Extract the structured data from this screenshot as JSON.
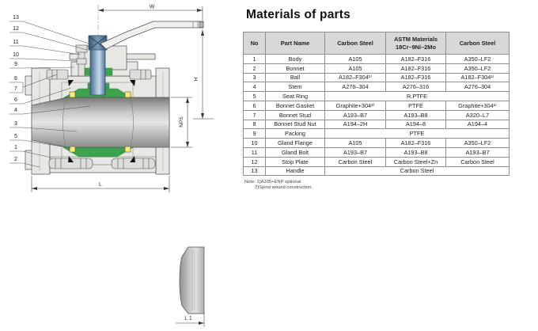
{
  "title": "Materials of parts",
  "table": {
    "headers": {
      "no": "No",
      "part_name": "Part Name",
      "col1": "Carbon Steel",
      "astm_line1": "ASTM Materials",
      "astm_line2": "18Cr–9Ni–2Mo",
      "col3": "Carbon Steel"
    },
    "rows": [
      {
        "no": "1",
        "name": "Body",
        "c1": "A105",
        "c2": "A182–F316",
        "c3": "A350–LF2"
      },
      {
        "no": "2",
        "name": "Bonnet",
        "c1": "A105",
        "c2": "A182–F316",
        "c3": "A350–LF2"
      },
      {
        "no": "3",
        "name": "Ball",
        "c1": "A182–F304¹⁾",
        "c2": "A182–F316",
        "c3": "A182–F304¹⁾"
      },
      {
        "no": "4",
        "name": "Stem",
        "c1": "A276–304",
        "c2": "A276–316",
        "c3": "A276–304"
      },
      {
        "no": "5",
        "name": "Seat Ring",
        "span": "R.PTFE"
      },
      {
        "no": "6",
        "name": "Bonnet Gasket",
        "c1": "Graphite+304²⁾",
        "c2": "PTFE",
        "c3": "Graphite+304²⁾"
      },
      {
        "no": "7",
        "name": "Bonnet Stud",
        "c1": "A193–B7",
        "c2": "A193–B8",
        "c3": "A320–L7"
      },
      {
        "no": "8",
        "name": "Bonnet Stud Nut",
        "c1": "A194–2H",
        "c2": "A194–8",
        "c3": "A194–4"
      },
      {
        "no": "9",
        "name": "Packing",
        "span": "PTFE"
      },
      {
        "no": "10",
        "name": "Gland Flange",
        "c1": "A105",
        "c2": "A182–F316",
        "c3": "A350–LF2"
      },
      {
        "no": "11",
        "name": "Gland Bolt",
        "c1": "A193–B7",
        "c2": "A193–B8",
        "c3": "A193–B7"
      },
      {
        "no": "12",
        "name": "Stop Plate",
        "c1": "Carbon Steel",
        "c2": "Carbon Steel+Zn",
        "c3": "Carbon Steel"
      },
      {
        "no": "13",
        "name": "Handle",
        "span": "Carbon Steel"
      }
    ],
    "notes": [
      "Note: 1)A105+ENP optional",
      "2)Spiral wound construction."
    ]
  },
  "diagram": {
    "dimensions": {
      "w": "W",
      "h": "H",
      "nps": "NPS",
      "l": "L",
      "l1": "L 1"
    },
    "callouts": [
      "13",
      "12",
      "11",
      "10",
      "9",
      "8",
      "7",
      "6",
      "4",
      "3",
      "5",
      "1",
      "2"
    ]
  },
  "colors": {
    "ball_green": "#3da24e",
    "seat_yellow": "#f2ee6e",
    "stem_blue": "#53729a",
    "body_gray": "#e7e7e4",
    "header_gray": "#d8d8d6"
  }
}
